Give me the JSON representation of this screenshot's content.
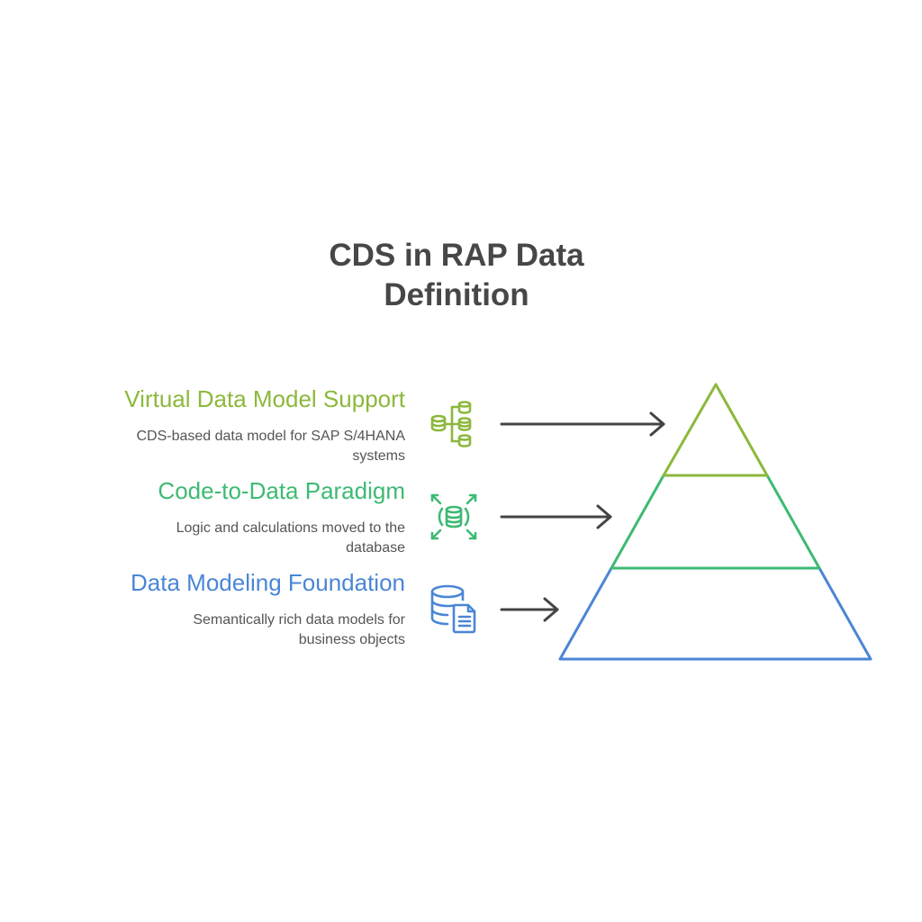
{
  "title": {
    "line1": "CDS in RAP Data",
    "line2": "Definition"
  },
  "levels": [
    {
      "title": "Virtual Data Model Support",
      "desc_line1": "CDS-based data model for SAP S/4HANA",
      "desc_line2": "systems",
      "icon": "database-hierarchy-icon",
      "color": "#8CB83C"
    },
    {
      "title": "Code-to-Data Paradigm",
      "desc_line1": "Logic and calculations moved to the",
      "desc_line2": "database",
      "icon": "database-expand-icon",
      "color": "#3DBA73"
    },
    {
      "title": "Data Modeling Foundation",
      "desc_line1": "Semantically rich data models for",
      "desc_line2": "business objects",
      "icon": "database-document-icon",
      "color": "#4A86D6"
    }
  ],
  "colors": {
    "title_text": "#474747",
    "arrow": "#444444",
    "desc_text": "#555555"
  }
}
